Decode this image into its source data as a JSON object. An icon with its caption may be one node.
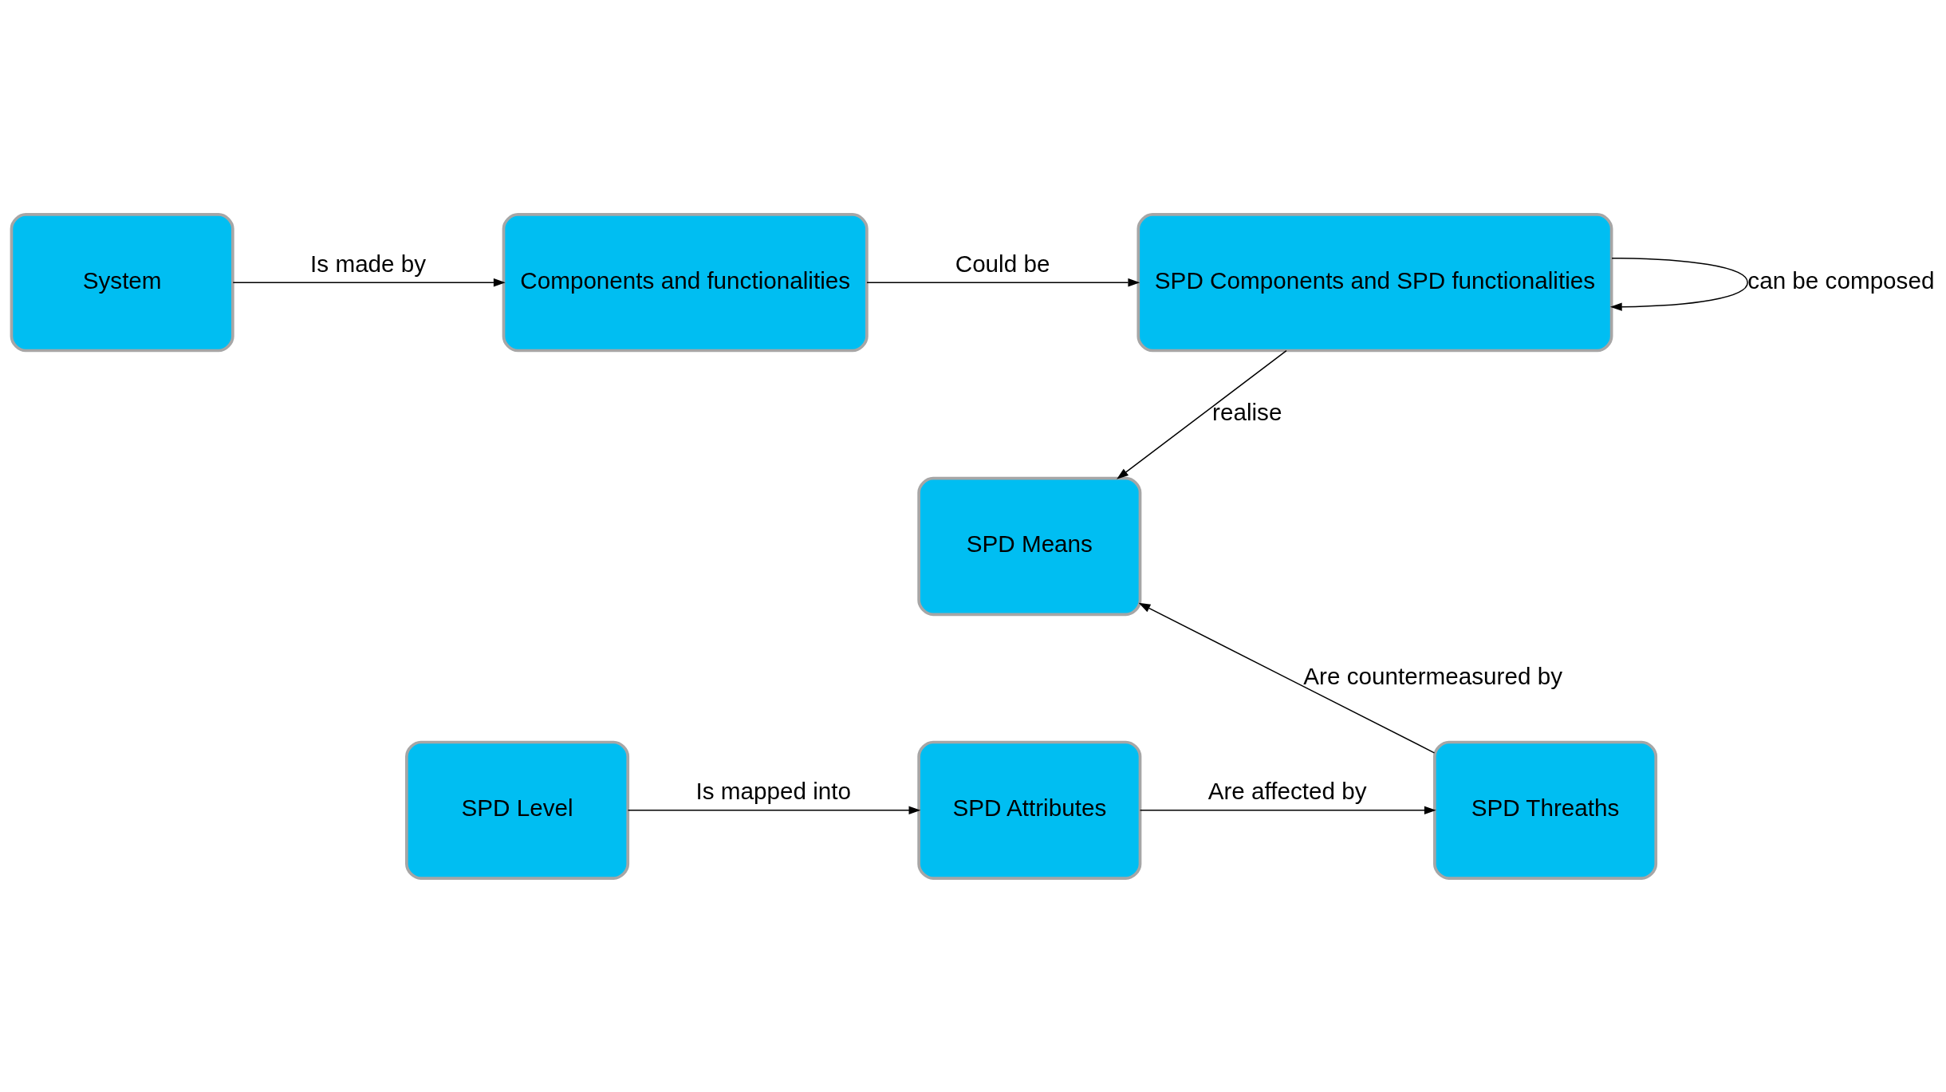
{
  "diagram": {
    "nodes": [
      {
        "text": [
          "System"
        ]
      },
      {
        "text": [
          "Components and functionalities"
        ]
      },
      {
        "text": [
          "SPD Components and SPD functionalities"
        ]
      },
      {
        "text": [
          "SPD Means"
        ]
      },
      {
        "text": [
          "SPD Level"
        ]
      },
      {
        "text": [
          "SPD Attributes"
        ]
      },
      {
        "text": [
          "SPD Threaths"
        ]
      }
    ],
    "edges": [
      {
        "from": 0,
        "to": 1,
        "arrow": "to",
        "label": "Is made by"
      },
      {
        "from": 1,
        "to": 2,
        "arrow": "to",
        "label": "Could be"
      },
      {
        "from": 2,
        "to": 2,
        "arrow": "to",
        "label": "can be composed"
      },
      {
        "from": 2,
        "to": 3,
        "arrow": "to",
        "label": "realise"
      },
      {
        "from": 4,
        "to": 5,
        "arrow": "to",
        "label": "Is mapped into"
      },
      {
        "from": 5,
        "to": 6,
        "arrow": "to",
        "label": "Are affected by"
      },
      {
        "from": 6,
        "to": 3,
        "arrow": "to",
        "label": "Are countermeasured by"
      }
    ]
  }
}
